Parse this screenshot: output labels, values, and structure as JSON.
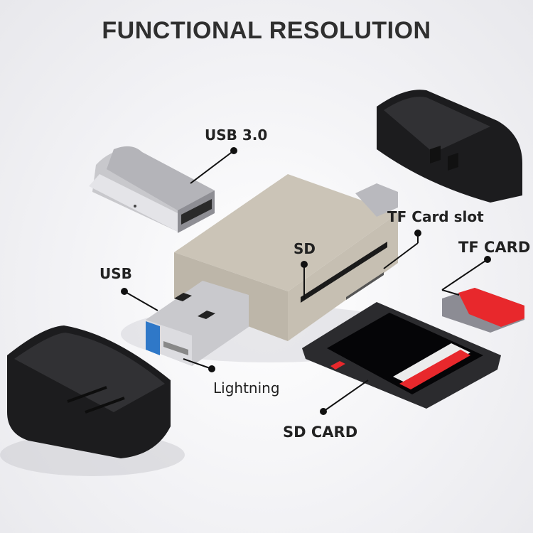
{
  "title": "FUNCTIONAL RESOLUTION",
  "callouts": {
    "usb30": "USB 3.0",
    "tf_slot": "TF Card slot",
    "sd": "SD",
    "tf_card": "TF CARD",
    "usb": "USB",
    "lightning": "Lightning",
    "sd_card": "SD CARD"
  },
  "colors": {
    "background": "#f3f3f6",
    "title_text": "#2f2f2f",
    "reader_body": "#cfc8bc",
    "usb_blue": "#2f78c8",
    "cap": "#1c1c1e",
    "card_red": "#e8282c",
    "card_gray": "#8c8c94"
  }
}
